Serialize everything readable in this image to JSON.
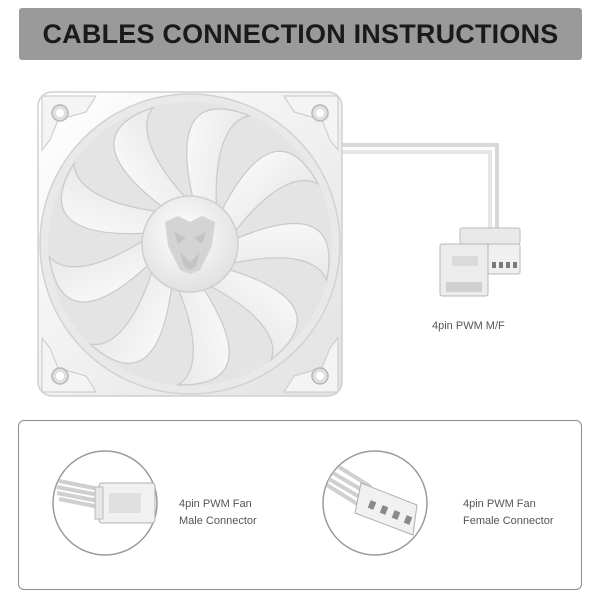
{
  "title": "CABLES CONNECTION INSTRUCTIONS",
  "cable_label": "4pin PWM M/F",
  "male_connector": {
    "line1": "4pin PWM Fan",
    "line2": "Male Connector"
  },
  "female_connector": {
    "line1": "4pin PWM Fan",
    "line2": "Female Connector"
  },
  "colors": {
    "title_bar": "#9a9a9a",
    "title_text": "#1a1a1a",
    "fan_white": "#f2f2f2",
    "fan_shadow": "#d6d6d6",
    "box_border": "#8c8c8c",
    "label_text": "#555555"
  }
}
